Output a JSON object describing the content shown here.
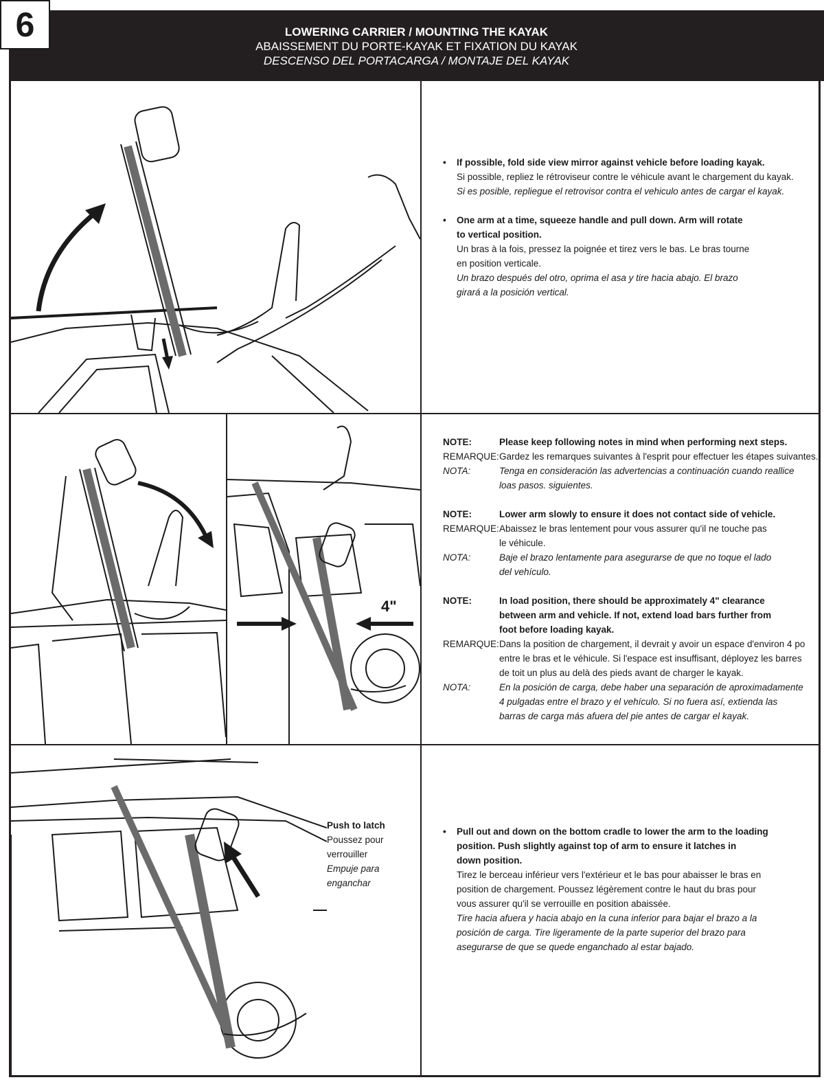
{
  "step": {
    "number": "6"
  },
  "header": {
    "title_en": "LOWERING CARRIER / MOUNTING THE KAYAK",
    "title_fr": "ABAISSEMENT DU PORTE-KAYAK ET FIXATION DU KAYAK",
    "title_es": "DESCENSO DEL PORTACARGA / MONTAJE DEL KAYAK"
  },
  "section1": {
    "bullet1": {
      "en": "If possible, fold side view mirror against vehicle before loading kayak.",
      "fr": "Si possible, repliez le rétroviseur contre le véhicule avant le chargement du kayak.",
      "es": "Si es posible, repliegue el retrovisor contra el vehiculo antes de cargar el kayak."
    },
    "bullet2": {
      "en_l1": "One arm at a time, squeeze handle and pull down. Arm will rotate",
      "en_l2": "to vertical position.",
      "fr_l1": "Un bras à la fois, pressez la poignée et tirez vers le bas. Le bras tourne",
      "fr_l2": "en position verticale.",
      "es_l1": "Un brazo después del otro, oprima el asa y tire hacia abajo. El brazo",
      "es_l2": "girará a la posición vertical."
    }
  },
  "section2": {
    "labels": {
      "en": "NOTE:",
      "fr": "REMARQUE:",
      "es": "NOTA:"
    },
    "note1": {
      "en": "Please keep following notes in mind when performing next steps.",
      "fr": "Gardez les remarques suivantes à l'esprit pour effectuer les étapes suivantes.",
      "es_l1": "Tenga en consideración las advertencias a continuación cuando reallice",
      "es_l2": "loas pasos. siguientes."
    },
    "note2": {
      "en": "Lower arm slowly to ensure it does not contact side of vehicle.",
      "fr_l1": "Abaissez le bras lentement pour vous assurer qu'il ne touche pas",
      "fr_l2": "le véhicule.",
      "es_l1": "Baje el brazo lentamente para asegurarse de que no toque el lado",
      "es_l2": "del vehículo."
    },
    "note3": {
      "en_l1": "In load position, there should be approximately 4\" clearance",
      "en_l2": "between arm and vehicle. If not, extend load bars further from",
      "en_l3": "foot before loading kayak.",
      "fr_l1": "Dans la position de chargement, il devrait y avoir un espace d'environ 4 po",
      "fr_l2": "entre le bras et le véhicule.  Si l'espace est insuffisant, déployez les barres",
      "fr_l3": "de toit un plus au delà des pieds avant de charger le kayak.",
      "es_l1": "En la posición de carga, debe haber una separación de aproximadamente",
      "es_l2": "4 pulgadas entre el brazo y el vehículo. Si no fuera así, extienda las",
      "es_l3": "barras de carga más afuera del pie antes de cargar el kayak."
    },
    "clearance_label": "4\""
  },
  "section3": {
    "latch": {
      "en": "Push to latch",
      "fr_l1": "Poussez pour",
      "fr_l2": "verrouiller",
      "es_l1": "Empuje para",
      "es_l2": "enganchar"
    },
    "bullet": {
      "en_l1": "Pull out and down on the bottom cradle to lower the arm to the loading",
      "en_l2": "position. Push slightly against top of arm to ensure it latches in",
      "en_l3": "down position.",
      "fr_l1": "Tirez le berceau inférieur vers l'extérieur et le bas pour abaisser le bras en",
      "fr_l2": "position de chargement. Poussez légèrement contre le haut du bras pour",
      "fr_l3": "vous assurer qu'il se verrouille en position abaissée.",
      "es_l1": "Tire hacia afuera y hacia abajo en la cuna inferior para bajar el brazo a la",
      "es_l2": "posición de carga. Tire ligeramente de la parte superior del brazo para",
      "es_l3": "asegurarse de que se quede enganchado al estar bajado."
    }
  }
}
